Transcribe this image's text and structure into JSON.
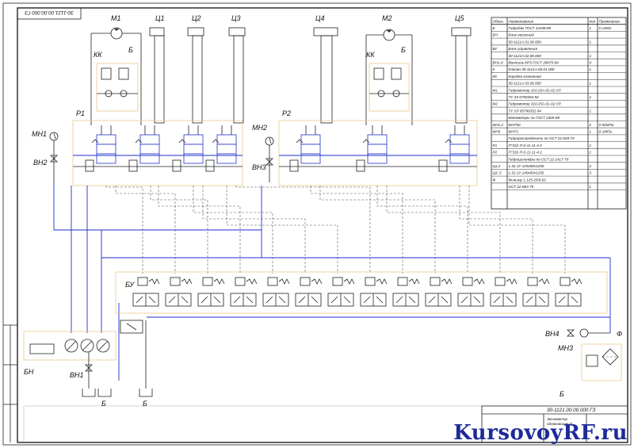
{
  "sheet": {
    "side_stamp": "30-1121.00.00.000 ГЗ",
    "title_number": "30-1121.00.00.000 ГЗ",
    "title_name_line1": "Экскаватор",
    "title_name_line2": "одноковшовый",
    "label_B_bottom_right": "Б"
  },
  "labels": {
    "M1": "М1",
    "M2": "М2",
    "C1": "Ц1",
    "C2": "Ц2",
    "C3": "Ц3",
    "C4": "Ц4",
    "C5": "Ц5",
    "KK1": "КК",
    "KK2": "КК",
    "B_kk1": "Б",
    "B_kk2": "Б",
    "P1": "Р1",
    "P2": "Р2",
    "MH1": "МН1",
    "MH2": "МН2",
    "BH2": "ВН2",
    "BH3": "ВН3",
    "BU": "БУ",
    "BN": "БН",
    "BH1": "ВН1",
    "BH4": "ВН4",
    "MH3": "МН3",
    "F": "Ф",
    "B1": "Б",
    "B2": "Б"
  },
  "spec_table": {
    "headers": [
      "Обозн.",
      "Наименование",
      "Кол",
      "Примечание"
    ],
    "rows": [
      [
        "Б",
        "Гидробак ГОСТ 12448-80",
        "1",
        "V=200л"
      ],
      [
        "БН",
        "Блок насосный",
        "",
        ""
      ],
      [
        "",
        "30-1121А.01.00.000",
        "1",
        ""
      ],
      [
        "БУ",
        "Блок управления",
        "",
        ""
      ],
      [
        "",
        "30-1121А.02.00.000",
        "1",
        ""
      ],
      [
        "ВН1-4",
        "Вентиль КРЗ ГОСТ 28075-84",
        "4",
        ""
      ],
      [
        "К",
        "Клапан 30-1121А.00.01.000",
        "1",
        ""
      ],
      [
        "КК",
        "Коробка клапанная",
        "",
        ""
      ],
      [
        "",
        "30-1121А.03.00.000",
        "1",
        ""
      ],
      [
        "М1",
        "Гидромотор 310.20А-01-02 УЛ",
        "",
        ""
      ],
      [
        "",
        "ТУ 4З 5790353-92",
        "1",
        ""
      ],
      [
        "М2",
        "Гидромотор 310.25А-01-02 УЛ",
        "",
        ""
      ],
      [
        "",
        "ТУ УЛ 05790352-94",
        "1",
        ""
      ],
      [
        "",
        "Манометры по ГОСТ 2405-88",
        "",
        ""
      ],
      [
        "МН1,2",
        "МНТ50",
        "2",
        "0-50МПа"
      ],
      [
        "МН3",
        "МНТ1",
        "1",
        "0-1МПа"
      ],
      [
        "",
        "Гидрораспределить по ОСТ 22-829-74",
        "",
        ""
      ],
      [
        "Р1",
        "ГГ332-П-0-11-11-4-1",
        "1",
        ""
      ],
      [
        "Р2",
        "ГГ332-П-0-11-11-4-1",
        "1",
        ""
      ],
      [
        "",
        "Гидроцилиндры по ОСТ 22-1417-79",
        "",
        ""
      ],
      [
        "Ц1,2",
        "1.32.1У-125х80х1250",
        "2",
        ""
      ],
      [
        "Ц3..5",
        "1.32.1У-140х90х1250",
        "3",
        ""
      ],
      [
        "Ф",
        "Фильтр 1.125-25/0.63",
        "",
        ""
      ],
      [
        "",
        "ОСТ 22-883-75",
        "1",
        ""
      ]
    ]
  },
  "watermark": {
    "text": "KursovoyRF.ru",
    "colors": {
      "blue": "#1e2a9a",
      "red": "#d01818"
    }
  }
}
